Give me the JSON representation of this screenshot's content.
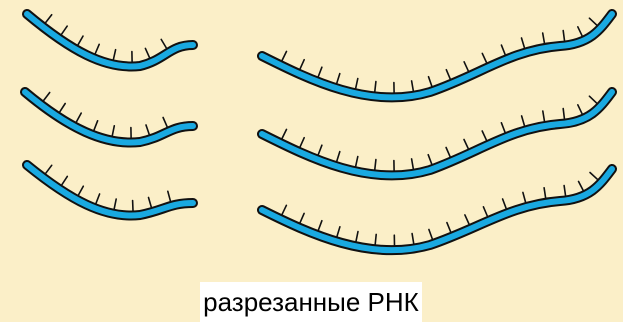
{
  "diagram": {
    "caption": "разрезанные РНК",
    "strand_color": "#19a9e1",
    "outline_color": "#111111",
    "background_color": "#fbefc8",
    "short_fragment_count": 3,
    "long_fragment_count": 3
  }
}
